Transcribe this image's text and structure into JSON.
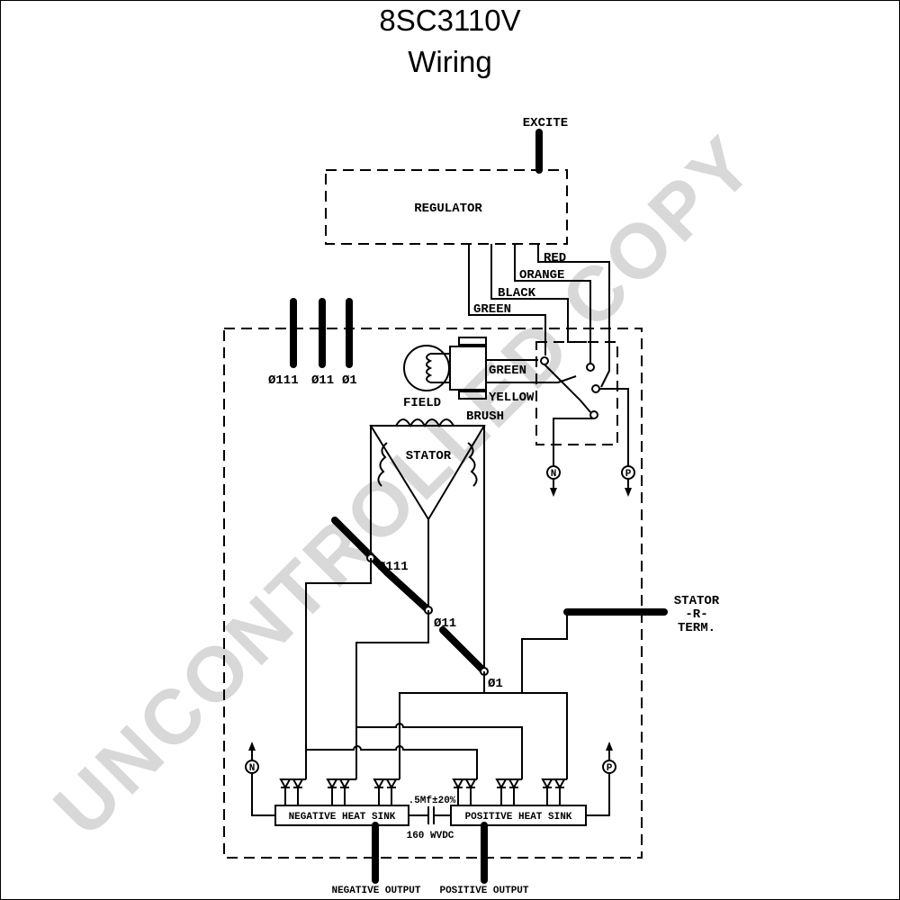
{
  "title": {
    "line1": "8SC3110V",
    "line2": "Wiring"
  },
  "watermark": "UNCONTROLLED COPY",
  "labels": {
    "excite": "EXCITE",
    "regulator": "REGULATOR",
    "red": "RED",
    "orange": "ORANGE",
    "black": "BLACK",
    "green": "GREEN",
    "green2": "GREEN",
    "yellow": "YELLOW",
    "field": "FIELD",
    "brush": "BRUSH",
    "stator": "STATOR",
    "phase3": "Ø111",
    "phase2": "Ø11",
    "phase1": "Ø1",
    "n_term": "N",
    "p_term": "P",
    "stator_r_1": "STATOR",
    "stator_r_2": "-R-",
    "stator_r_3": "TERM.",
    "neg_heat_sink": "NEGATIVE HEAT SINK",
    "pos_heat_sink": "POSITIVE HEAT SINK",
    "cap_value": ".5Mf±20%",
    "cap_voltage": "160 WVDC",
    "neg_output": "NEGATIVE OUTPUT",
    "pos_output": "POSITIVE OUTPUT"
  }
}
